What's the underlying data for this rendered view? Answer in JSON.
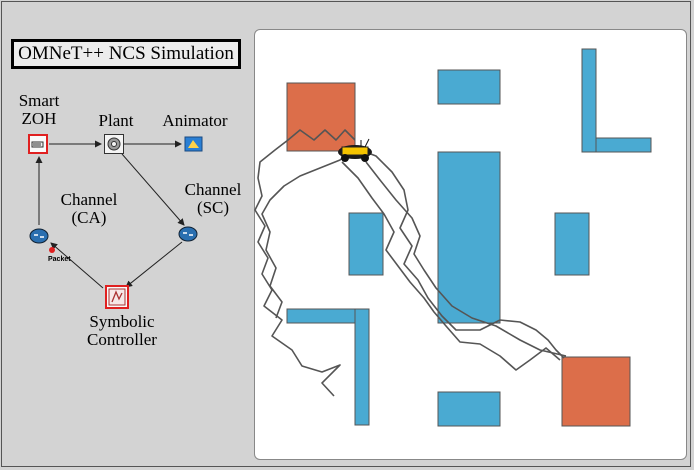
{
  "title": "OMNeT++ NCS Simulation",
  "nodes": {
    "zoh": {
      "line1": "Smart",
      "line2": "ZOH"
    },
    "plant": {
      "label": "Plant"
    },
    "animator": {
      "label": "Animator"
    },
    "channel_ca": {
      "line1": "Channel",
      "line2": "(CA)"
    },
    "channel_sc": {
      "line1": "Channel",
      "line2": "(SC)"
    },
    "controller": {
      "line1": "Symbolic",
      "line2": "Controller"
    }
  },
  "packet_label": "Packet",
  "colors": {
    "background": "#d3d3d3",
    "obstacle": "#4aaad2",
    "target": "#dc6e4a",
    "path": "#555555",
    "selection": "#e02020"
  }
}
